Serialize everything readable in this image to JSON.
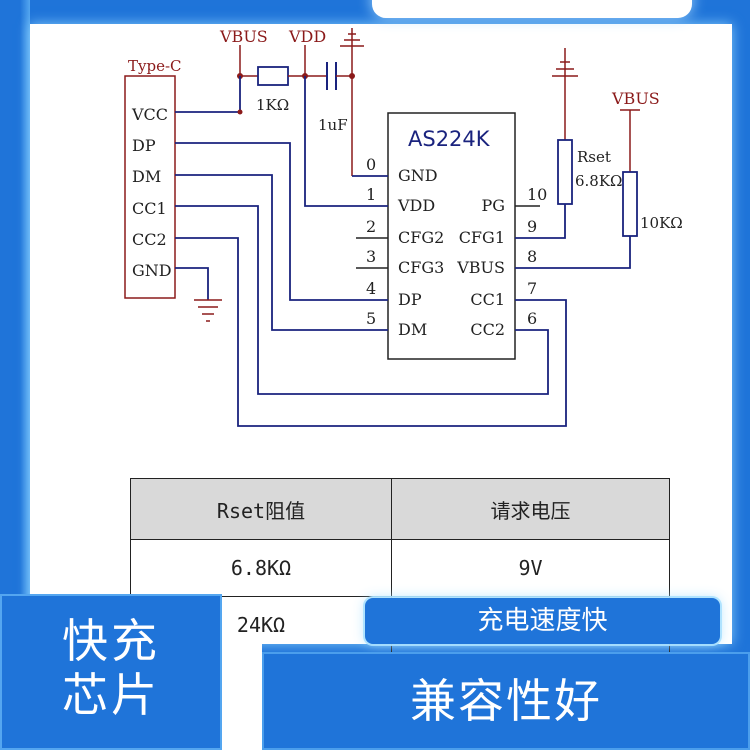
{
  "schematic": {
    "connector_title": "Type-C",
    "connector_pins": [
      "VCC",
      "DP",
      "DM",
      "CC1",
      "CC2",
      "GND"
    ],
    "chip_name": "AS224K",
    "chip_left_pins": [
      {
        "num": "0",
        "name": "GND"
      },
      {
        "num": "1",
        "name": "VDD"
      },
      {
        "num": "2",
        "name": "CFG2"
      },
      {
        "num": "3",
        "name": "CFG3"
      },
      {
        "num": "4",
        "name": "DP"
      },
      {
        "num": "5",
        "name": "DM"
      }
    ],
    "chip_right_pins": [
      {
        "num": "10",
        "name": "PG"
      },
      {
        "num": "9",
        "name": "CFG1"
      },
      {
        "num": "8",
        "name": "VBUS"
      },
      {
        "num": "7",
        "name": "CC1"
      },
      {
        "num": "6",
        "name": "CC2"
      }
    ],
    "label_vbus_top": "VBUS",
    "label_vdd_top": "VDD",
    "resistor_1k": "1KΩ",
    "capacitor": "1uF",
    "rset_name": "Rset",
    "rset_value": "6.8KΩ",
    "label_vbus_right": "VBUS",
    "resistor_10k": "10KΩ"
  },
  "table": {
    "headers": [
      "Rset阻值",
      "请求电压"
    ],
    "rows": [
      [
        "6.8KΩ",
        "9V"
      ],
      [
        "24KΩ",
        ""
      ]
    ]
  },
  "overlay": {
    "left_title": "快充芯片",
    "pill_label": "充电速度快",
    "bottom_label": "兼容性好"
  },
  "colors": {
    "brand_blue": "#1f74d9",
    "schematic_maroon": "#8b1a1a",
    "wire_blue": "#1a237e"
  }
}
